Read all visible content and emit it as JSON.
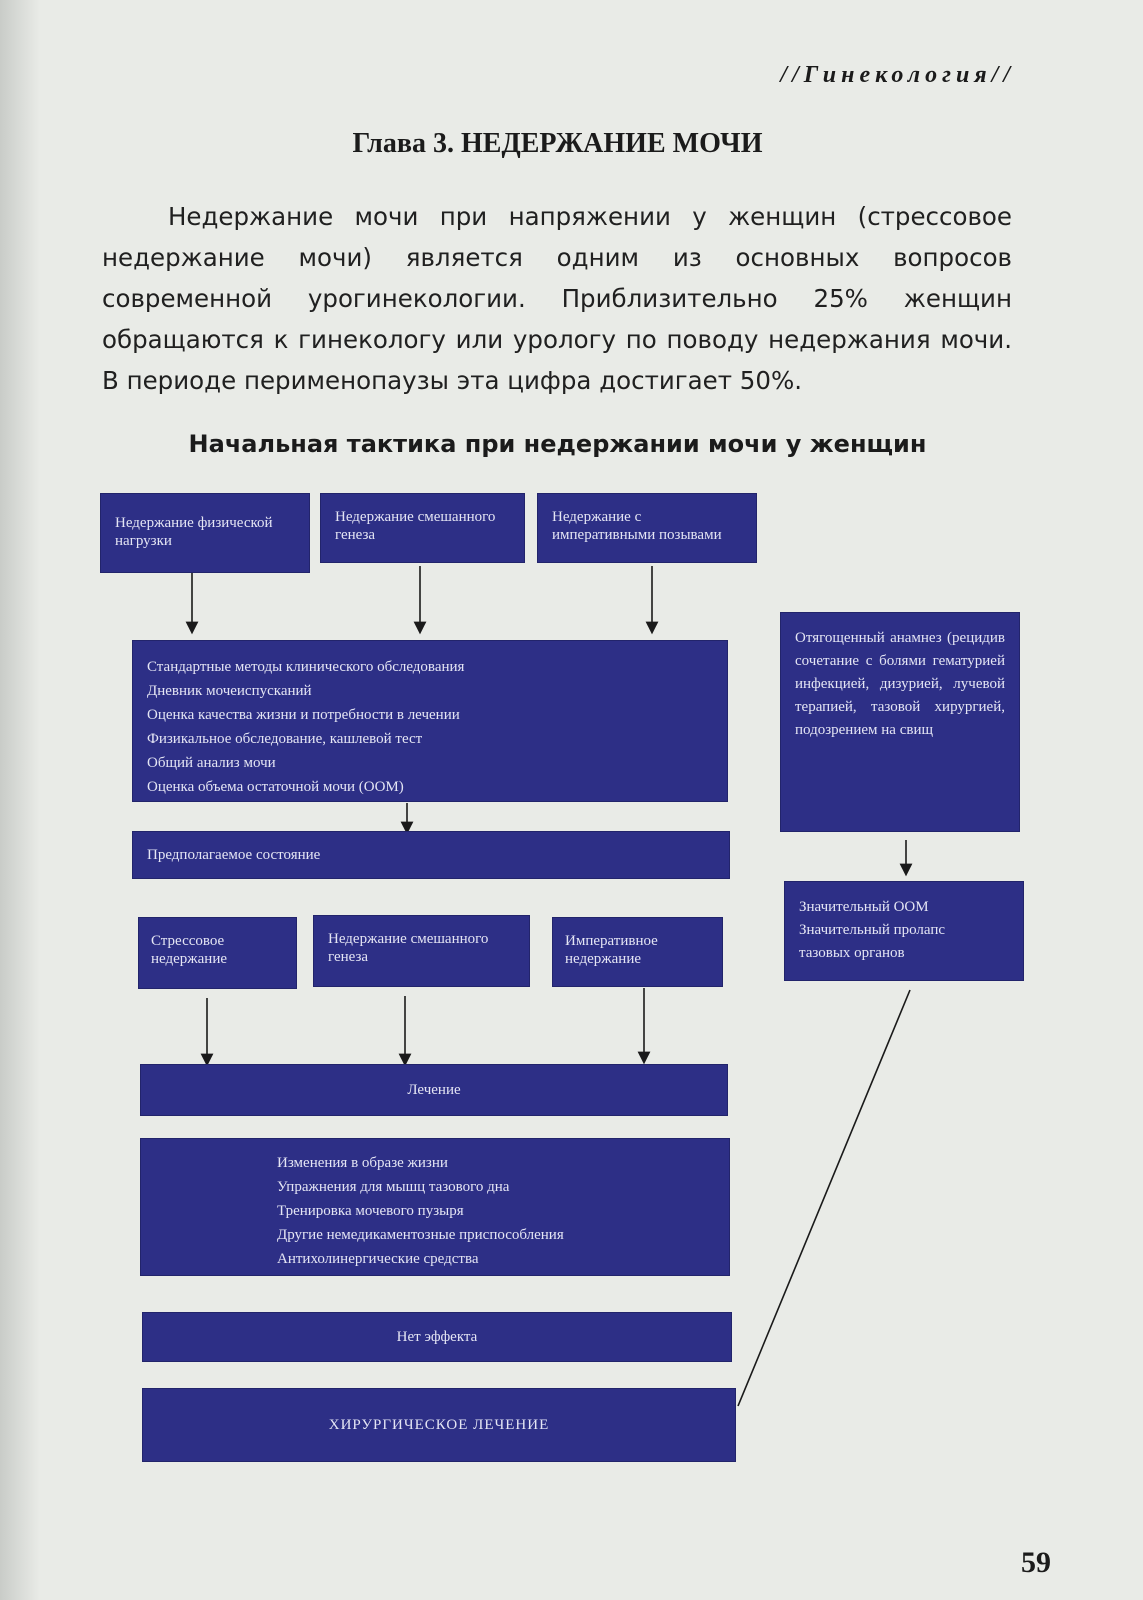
{
  "header": {
    "running_head": "//Гинекология//"
  },
  "chapter": {
    "title": "Глава 3. НЕДЕРЖАНИЕ МОЧИ"
  },
  "intro": {
    "paragraph": "Недержание мочи при напряжении у женщин (стрессовое недержание мочи) является одним из основных вопросов современной урогинекологии. Приблизительно 25% женщин обращаются к гинекологу или урологу по поводу недержания мочи. В периоде перименопаузы эта цифра достигает 50%."
  },
  "section": {
    "title": "Начальная тактика при недержании мочи у женщин"
  },
  "flowchart": {
    "types_top": [
      "Недержание физической нагрузки",
      "Недержание смешанного генеза",
      "Недержание с императивными позывами"
    ],
    "evaluation": [
      "Стандартные методы клинического обследования",
      "Дневник мочеиспусканий",
      "Оценка качества жизни и потребности в лечении",
      "Физикальное обследование, кашлевой тест",
      "Общий анализ мочи",
      "Оценка объема остаточной мочи (ООМ)"
    ],
    "presumed": "Предполагаемое состояние",
    "types_bottom": [
      "Стрессовое недержание",
      "Недержание смешанного генеза",
      "Императивное недержание"
    ],
    "treatment": "Лечение",
    "treatment_items": [
      "Изменения в образе жизни",
      "Упражнения для мышц тазового дна",
      "Тренировка мочевого пузыря",
      "Другие немедикаментозные приспособления",
      "Антихолинергические средства"
    ],
    "no_effect": "Нет эффекта",
    "surgery": "ХИРУРГИЧЕСКОЕ ЛЕЧЕНИЕ",
    "complicated": "Отягощенный анамнез (рецидив сочетание с болями гематурией инфекцией, дизурией, лучевой терапией, тазовой хирургией, подозрением на свищ",
    "significant": [
      "Значительный ООМ",
      "Значительный пролапс",
      "тазовых органов"
    ]
  },
  "footer": {
    "page_number": "59"
  },
  "colors": {
    "box_fill": "#2d2f86",
    "box_text": "#e4e5f4",
    "page_bg": "#e9ebe7"
  }
}
